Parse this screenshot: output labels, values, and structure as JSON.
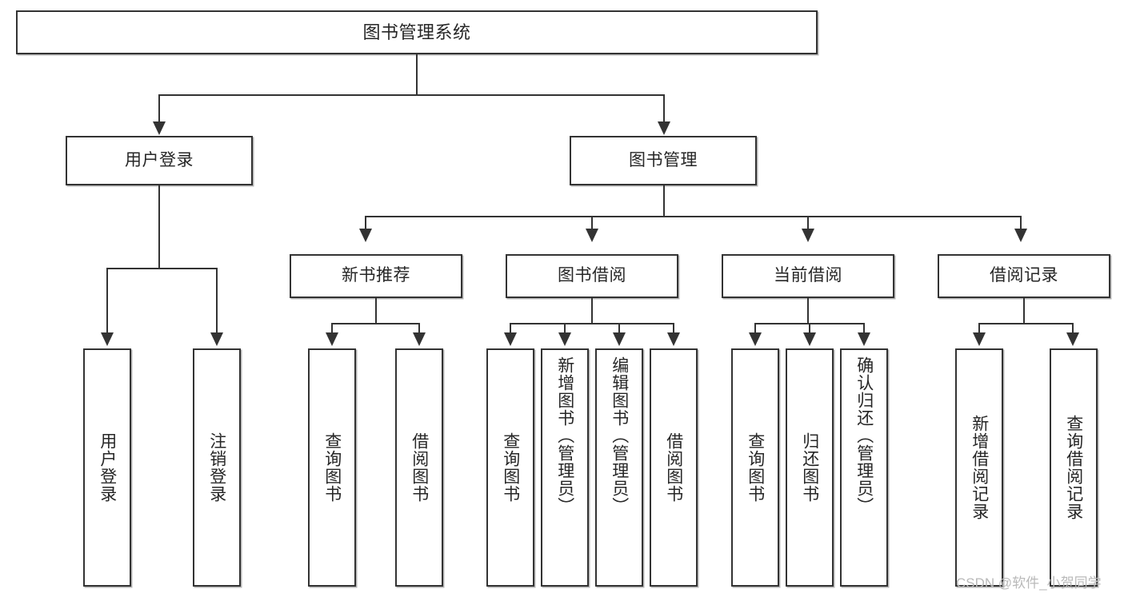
{
  "diagram": {
    "title": "图书管理系统",
    "watermark": "CSDN @软件_小贺同学",
    "colors": {
      "stroke": "#333333",
      "box_fill": "#ffffff",
      "text": "#262626",
      "watermark": "#b9b9b9",
      "background": "#ffffff"
    }
  },
  "nodes": {
    "root": {
      "label": "图书管理系统"
    },
    "level1": [
      {
        "label": "用户登录"
      },
      {
        "label": "图书管理"
      }
    ],
    "level2": [
      {
        "label": "新书推荐"
      },
      {
        "label": "图书借阅"
      },
      {
        "label": "当前借阅"
      },
      {
        "label": "借阅记录"
      }
    ],
    "leaves": {
      "user_login": [
        {
          "label": "用户登录"
        },
        {
          "label": "注销登录"
        }
      ],
      "new_book_recommend": [
        {
          "label": "查询图书"
        },
        {
          "label": "借阅图书"
        }
      ],
      "book_borrow": [
        {
          "label": "查询图书"
        },
        {
          "label": "新增图书（管理员）"
        },
        {
          "label": "编辑图书（管理员）"
        },
        {
          "label": "借阅图书"
        }
      ],
      "current_borrow": [
        {
          "label": "查询图书"
        },
        {
          "label": "归还图书"
        },
        {
          "label": "确认归还（管理员）"
        }
      ],
      "borrow_record": [
        {
          "label": "新增借阅记录"
        },
        {
          "label": "查询借阅记录"
        }
      ]
    }
  }
}
